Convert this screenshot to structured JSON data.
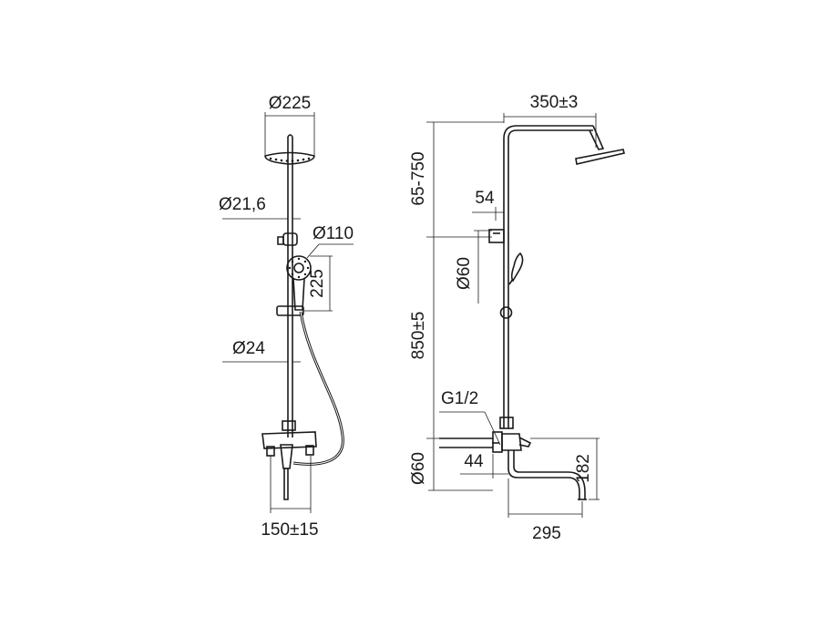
{
  "front_view": {
    "head_diameter": "Ø225",
    "pipe_diameter": "Ø21,6",
    "hand_shower_diameter": "Ø110",
    "hand_shower_height": "225",
    "bar_diameter": "Ø24",
    "inlet_spacing": "150±15"
  },
  "side_view": {
    "arm_length": "350±3",
    "head_height": "65-750",
    "holder_offset": "54",
    "holder_diameter": "Ø60",
    "bar_height": "850±5",
    "thread": "G1/2",
    "flange_diameter": "Ø60",
    "wall_offset": "44",
    "spout_height": "182",
    "spout_reach": "295"
  }
}
